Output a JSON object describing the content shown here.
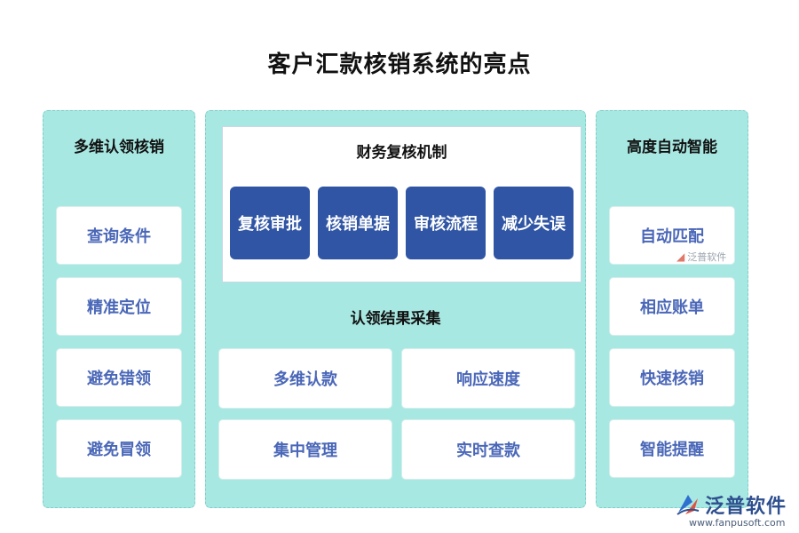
{
  "title": "客户汇款核销系统的亮点",
  "left": {
    "title": "多维认领核销",
    "items": [
      "查询条件",
      "精准定位",
      "避免错领",
      "避免冒领"
    ]
  },
  "middle": {
    "top_title": "财务复核机制",
    "top_items": [
      "复核审批",
      "核销单据",
      "审核流程",
      "减少失误"
    ],
    "bottom_title": "认领结果采集",
    "bottom_items": [
      "多维认款",
      "响应速度",
      "集中管理",
      "实时查款"
    ]
  },
  "right": {
    "title": "高度自动智能",
    "items": [
      "自动匹配",
      "相应账单",
      "快速核销",
      "智能提醒"
    ]
  },
  "watermark": {
    "small_text": "泛普软件"
  },
  "logo": {
    "name": "泛普软件",
    "url": "www.fanpusoft.com"
  },
  "colors": {
    "panel": "#a8e8e2",
    "card_text": "#4a67b8",
    "button": "#2f55a4"
  }
}
